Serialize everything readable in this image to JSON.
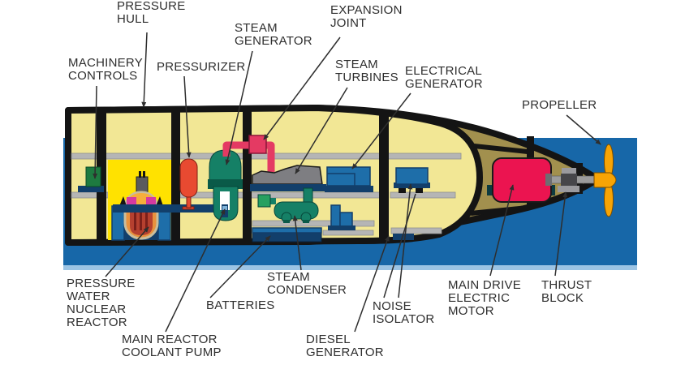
{
  "labels": {
    "pressure_hull": {
      "text": "PRESSURE\nHULL"
    },
    "machinery_controls": {
      "text": "MACHINERY\nCONTROLS"
    },
    "pressurizer": {
      "text": "PRESSURIZER"
    },
    "steam_generator": {
      "text": "STEAM\nGENERATOR"
    },
    "expansion_joint": {
      "text": "EXPANSION\nJOINT"
    },
    "steam_turbines": {
      "text": "STEAM\nTURBINES"
    },
    "electrical_generator": {
      "text": "ELECTRICAL\nGENERATOR"
    },
    "propeller": {
      "text": "PROPELLER"
    },
    "pressure_water_nuclear_reactor": {
      "text": "PRESSURE\nWATER\nNUCLEAR\nREACTOR"
    },
    "main_reactor_coolant_pump": {
      "text": "MAIN REACTOR\nCOOLANT PUMP"
    },
    "batteries": {
      "text": "BATTERIES"
    },
    "steam_condenser": {
      "text": "STEAM\nCONDENSER"
    },
    "diesel_generator": {
      "text": "DIESEL\nGENERATOR"
    },
    "noise_isolator": {
      "text": "NOISE\nISOLATOR"
    },
    "main_drive_electric_motor": {
      "text": "MAIN DRIVE\nELECTRIC\nMOTOR"
    },
    "thrust_block": {
      "text": "THRUST\nBLOCK"
    }
  },
  "palette": {
    "water": "#1767A8",
    "water_edge": "#9CC4E4",
    "hull_tan": "#A2904E",
    "interior": "#F2E795",
    "reactor_room": "#FFE200",
    "line_black": "#141414",
    "deck_gray": "#B5B5B5",
    "deck_edge": "#8F8F8F",
    "controls_green": "#1E7A40",
    "equip_blue": "#1E6EA9",
    "equip_navy": "#123F6B",
    "pressurizer_red": "#E84A31",
    "sg_teal": "#158066",
    "sg_dark": "#0A5A48",
    "valve_green": "#27A060",
    "pipe_pink": "#E43A63",
    "turbine_gray": "#7E7E82",
    "motor_red": "#EB1450",
    "motor_base": "#0D3B40",
    "shaft_gray": "#9C9C9C",
    "thrust_dark": "#46464A",
    "thrust_light": "#9A9A9E",
    "prop_orange": "#F7A405",
    "vessel_glow": "#E8923E",
    "vessel_glow2": "#F6AE3B",
    "rods_red": "#B5402F",
    "rods_dark": "#7A1F1A",
    "magenta": "#D63AA0",
    "vessel_rim": "#C9BE9E",
    "label_color": "#2E2E2E"
  }
}
